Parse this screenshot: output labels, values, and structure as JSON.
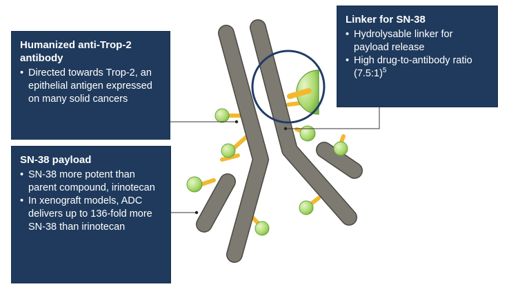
{
  "colors": {
    "box_background": "#1f3a5c",
    "box_text": "#ffffff",
    "antibody_chain": "#7d7a72",
    "antibody_chain_outline": "#4a4842",
    "linker": "#f2b92e",
    "payload": "#a8d86a",
    "highlight_circle": "#203b66"
  },
  "antibody_box": {
    "title": "Humanized anti-Trop-2 antibody",
    "bullets": [
      "Directed towards Trop-2, an epithelial antigen expressed on many solid cancers"
    ]
  },
  "linker_box": {
    "title": "Linker for SN-38",
    "bullets": [
      "Hydrolysable linker for payload release"
    ],
    "ratio_text": "High drug-to-antibody ratio (7.5:1)",
    "ratio_superscript": "5"
  },
  "payload_box": {
    "title": "SN-38 payload",
    "bullets": [
      "SN-38 more potent than parent compound, irinotecan",
      "In xenograft models, ADC delivers up to 136-fold more SN-38 than irinotecan"
    ]
  }
}
